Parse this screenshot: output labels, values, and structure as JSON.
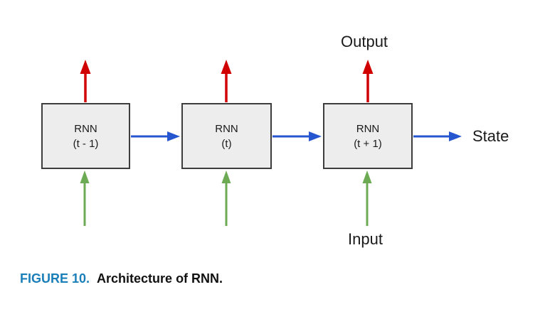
{
  "figure": {
    "caption_label": "FIGURE 10.",
    "caption_text": "Architecture of RNN."
  },
  "diagram": {
    "nodes": [
      {
        "title": "RNN",
        "subtitle": "(t - 1)"
      },
      {
        "title": "RNN",
        "subtitle": "(t)"
      },
      {
        "title": "RNN",
        "subtitle": "(t + 1)"
      }
    ],
    "labels": {
      "output": "Output",
      "input": "Input",
      "state": "State"
    }
  },
  "colors": {
    "output_arrow_red": "#d00000",
    "input_arrow_green": "#6cab53",
    "state_arrow_blue": "#2656cf",
    "caption_blue": "#1a7fb9",
    "node_fill": "#ededed",
    "node_border": "#3d3d3d"
  }
}
